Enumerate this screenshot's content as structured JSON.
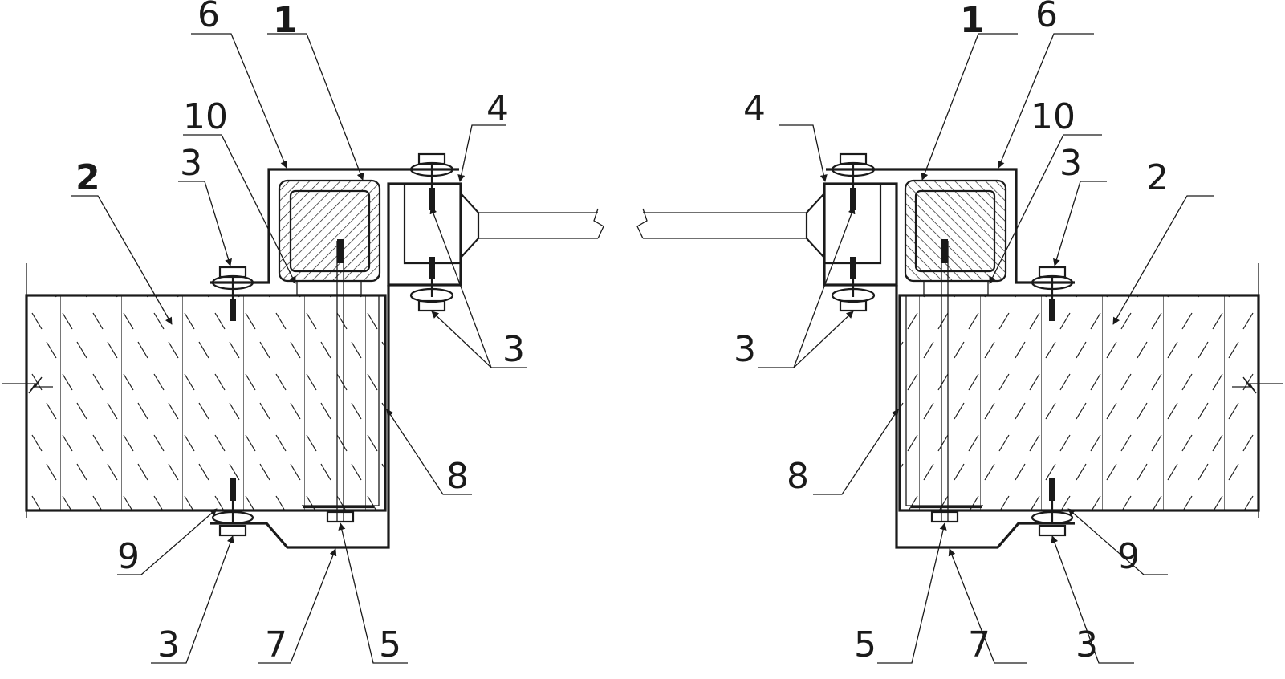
{
  "colors": {
    "line": "#1a1a1a",
    "fill": "#1a1a1a",
    "background": "#ffffff"
  },
  "left": {
    "labels": {
      "l6": "6",
      "l1": "1",
      "l10": "10",
      "l4": "4",
      "l3a": "3",
      "l2": "2",
      "l3b": "3",
      "l8": "8",
      "l9": "9",
      "l3c": "3",
      "l7": "7",
      "l5": "5"
    }
  },
  "right": {
    "labels": {
      "l1": "1",
      "l6": "6",
      "l4": "4",
      "l10": "10",
      "l3a": "3",
      "l2": "2",
      "l3b": "3",
      "l8": "8",
      "l9": "9",
      "l5": "5",
      "l7": "7",
      "l3c": "3"
    }
  }
}
